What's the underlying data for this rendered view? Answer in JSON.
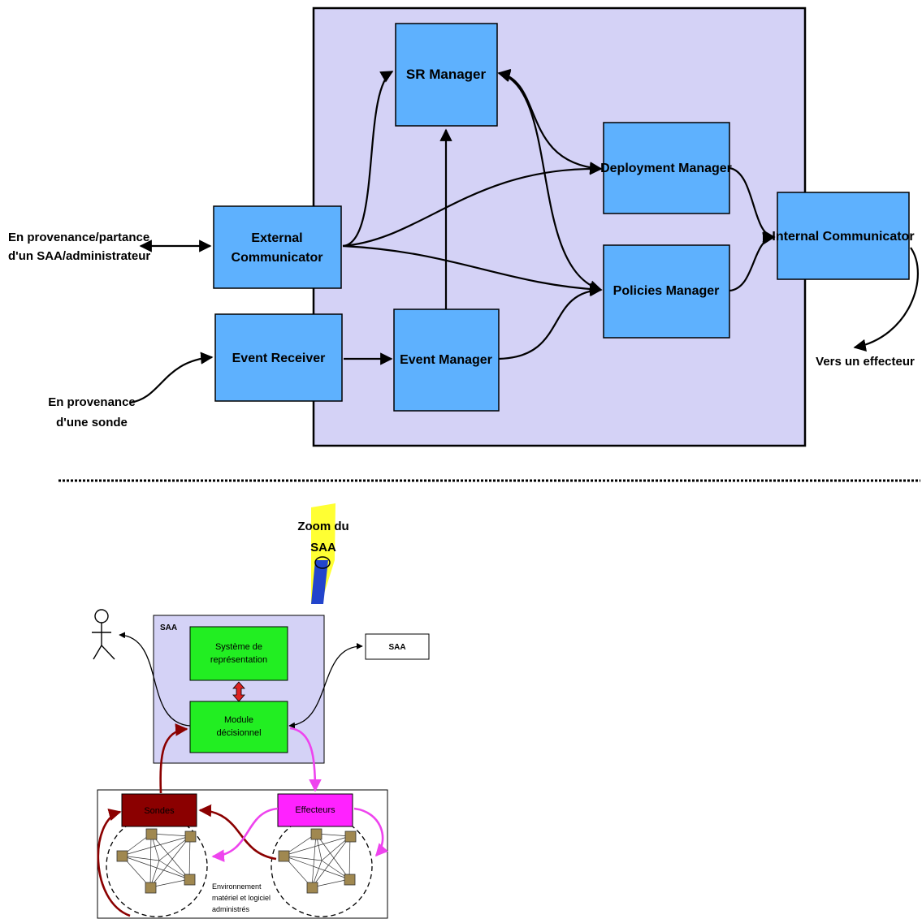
{
  "top_diagram": {
    "boxes": {
      "sr_manager": "SR Manager",
      "deployment_manager": "Deployment Manager",
      "policies_manager": "Policies Manager",
      "internal_communicator": "Internal Communicator",
      "external_communicator": [
        "External",
        "Communicator"
      ],
      "event_receiver": "Event Receiver",
      "event_manager": "Event Manager"
    },
    "external_labels": {
      "saa_admin": [
        "En provenance/partance",
        "d'un SAA/administrateur"
      ],
      "probe": [
        "En provenance",
        "d'une sonde"
      ],
      "effector": "Vers un effecteur"
    }
  },
  "zoom_label": [
    "Zoom du",
    "SAA"
  ],
  "bottom_diagram": {
    "saa_label": "SAA",
    "representation_system": [
      "Système de",
      "représentation"
    ],
    "decision_module": [
      "Module",
      "décisionnel"
    ],
    "other_saa": "SAA",
    "probes": "Sondes",
    "effectors": "Effecteurs",
    "environment": [
      "Environnement",
      "matériel et logiciel",
      "administrés"
    ]
  },
  "colors": {
    "frame_fill": "#d4d2f6",
    "box_fill": "#5eb1fe",
    "green": "#22ee22",
    "probe_red": "#8b0000",
    "effector_magenta": "#ff22ff",
    "arrow_magenta": "#ee44ee",
    "zoom_yellow": "#ffff33",
    "zoom_blue": "#2244cc"
  }
}
